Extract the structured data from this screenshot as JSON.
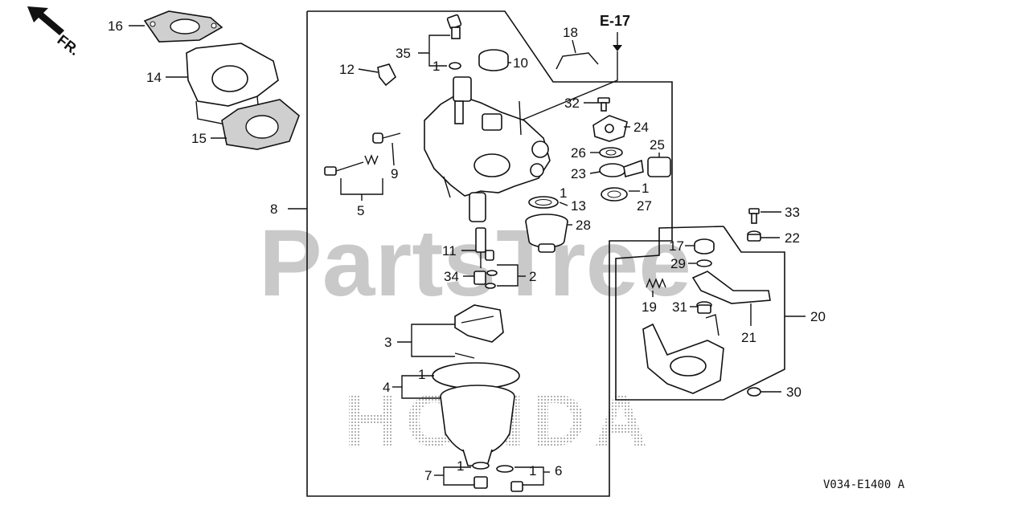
{
  "direction_label": "FR.",
  "reference_label": "E-17",
  "diagram_code": "V034-E1400 A",
  "watermarks": {
    "primary": "PartsTree",
    "secondary": "HONDA"
  },
  "callouts": {
    "c16": "16",
    "c14": "14",
    "c15": "15",
    "c35": "35",
    "c1a": "1",
    "c10": "10",
    "c12": "12",
    "c18": "18",
    "c32": "32",
    "c24": "24",
    "c26": "26",
    "c25": "25",
    "c23": "23",
    "c1b": "1",
    "c27": "27",
    "c9": "9",
    "c5": "5",
    "c8": "8",
    "c1c": "1",
    "c13": "13",
    "c28": "28",
    "c11": "11",
    "c34": "34",
    "c2": "2",
    "c3": "3",
    "c4": "4",
    "c1d": "1",
    "c7": "7",
    "c1e": "1",
    "c1f": "1",
    "c6": "6",
    "c33": "33",
    "c22": "22",
    "c17": "17",
    "c29": "29",
    "c19": "19",
    "c31": "31",
    "c21": "21",
    "c20": "20",
    "c30": "30"
  }
}
